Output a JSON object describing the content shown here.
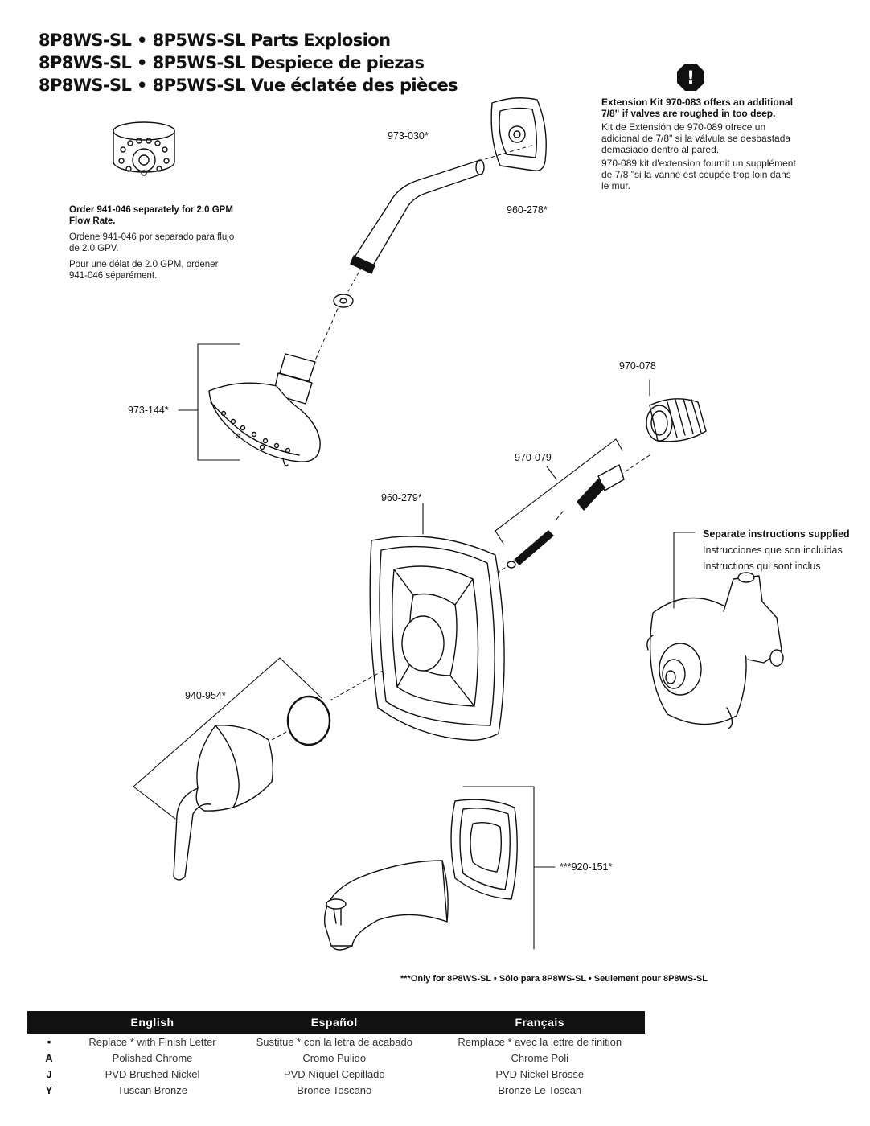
{
  "titles": [
    "8P8WS-SL • 8P5WS-SL Parts Explosion",
    "8P8WS-SL • 8P5WS-SL Despiece de piezas",
    "8P8WS-SL • 8P5WS-SL Vue éclatée des pièces"
  ],
  "extension_note": {
    "icon": "exclamation-octagon-icon",
    "icon_symbol": "!",
    "en": "Extension Kit 970-083 offers an additional 7/8\" if valves are roughed in too deep.",
    "es": "Kit de Extensión de 970-089 ofrece un adicional de 7/8\" si la válvula se desbastada demasiado dentro al pared.",
    "fr": "970-089 kit d'extension fournit un supplément de 7/8 \"si la vanne est coupée trop loin dans le mur."
  },
  "flow_note": {
    "en": "Order 941-046 separately for 2.0 GPM Flow Rate.",
    "es": "Ordene 941-046 por separado para flujo de 2.0 GPV.",
    "fr": "Pour une délat de 2.0 GPM, ordener 941-046 séparément."
  },
  "part_labels": {
    "shower_arm": "973-030*",
    "arm_flange": "960-278*",
    "showerhead": "973-144*",
    "adapter": "970-078",
    "screws": "970-079",
    "escutcheon": "960-279*",
    "handle": "940-954*",
    "spout_gasket": "***920-151*"
  },
  "valve_note": {
    "en": "Separate instructions supplied",
    "es": "Instrucciones que son incluidas",
    "fr": "Instructions qui sont inclus"
  },
  "footnote": "***Only for 8P8WS-SL • Sólo para 8P8WS-SL • Seulement pour 8P8WS-SL",
  "legend": {
    "headers": [
      "English",
      "Español",
      "Français"
    ],
    "rows": [
      {
        "code": "•",
        "en": "Replace * with Finish Letter",
        "es": "Sustitue * con la letra de acabado",
        "fr": "Remplace * avec la lettre de finition"
      },
      {
        "code": "A",
        "en": "Polished Chrome",
        "es": "Cromo Pulido",
        "fr": "Chrome Poli"
      },
      {
        "code": "J",
        "en": "PVD Brushed Nickel",
        "es": "PVD Níquel Cepillado",
        "fr": "PVD Nickel Brosse"
      },
      {
        "code": "Y",
        "en": "Tuscan Bronze",
        "es": "Bronce Toscano",
        "fr": "Bronze Le Toscan"
      }
    ]
  },
  "colors": {
    "ink": "#111111",
    "table_header_bg": "#111111",
    "table_header_text": "#ffffff"
  }
}
